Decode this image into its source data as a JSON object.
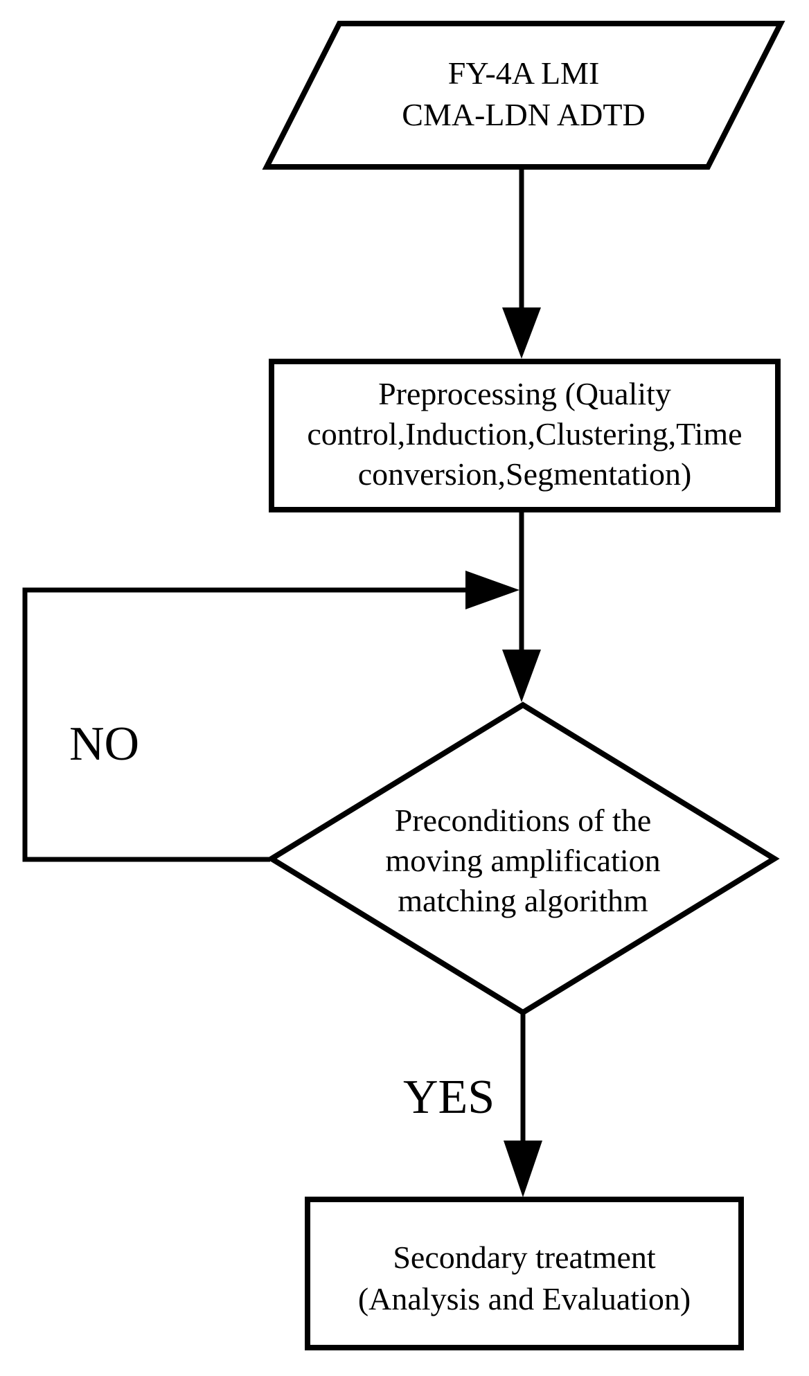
{
  "colors": {
    "ink": "#000000",
    "background": "#ffffff"
  },
  "nodes": {
    "input": {
      "shape": "parallelogram",
      "lines": [
        "FY-4A LMI",
        "CMA-LDN ADTD"
      ]
    },
    "preprocessing": {
      "shape": "rectangle",
      "lines": [
        "Preprocessing (Quality",
        "control,Induction,Clustering,Time",
        "conversion,Segmentation)"
      ]
    },
    "decision": {
      "shape": "diamond",
      "lines": [
        "Preconditions of the",
        "moving amplification",
        "matching algorithm"
      ]
    },
    "secondary": {
      "shape": "rectangle",
      "lines": [
        "Secondary treatment",
        "(Analysis and Evaluation)"
      ]
    }
  },
  "edges": {
    "no_label": "NO",
    "yes_label": "YES"
  }
}
